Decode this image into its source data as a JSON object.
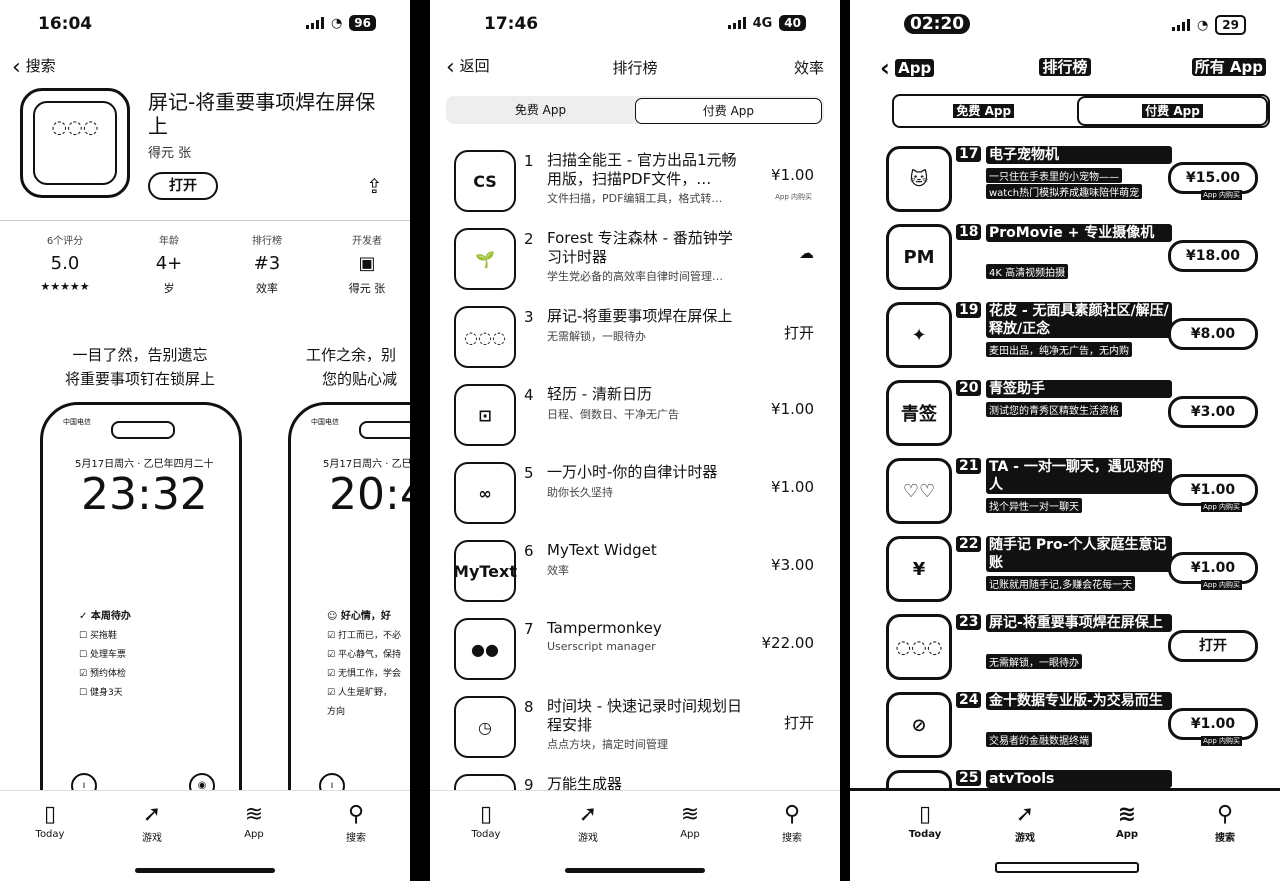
{
  "phone1": {
    "status": {
      "time": "16:04",
      "signal_icon": "signal-bars-icon",
      "battery": "96"
    },
    "back_label": "搜索",
    "app": {
      "name": "屏记-将重要事项焊在屏保上",
      "developer": "得元 张",
      "get_label": "打开"
    },
    "stats": [
      {
        "label": "6个评分",
        "value": "5.0",
        "sub": "★★★★★"
      },
      {
        "label": "年龄",
        "value": "4+",
        "sub": "岁"
      },
      {
        "label": "排行榜",
        "value": "#3",
        "sub": "效率"
      },
      {
        "label": "开发者",
        "value": "",
        "sub": "得元 张"
      }
    ],
    "screenshots": [
      {
        "caption1": "一目了然，告别遗忘",
        "caption2": "将重要事项钉在锁屏上",
        "carrier": "中国电信",
        "date": "5月17日周六 · 乙巳年四月二十",
        "clock": "23:32",
        "todo_title": "本周待办",
        "todos": [
          "买拖鞋",
          "处理车票",
          "预约体检",
          "健身3天"
        ]
      },
      {
        "caption1": "工作之余，别",
        "caption2": "您的贴心减",
        "carrier": "中国电信",
        "date": "5月17日周六 · 乙巳",
        "clock": "20:4",
        "todo_title": "好心情，好",
        "todos": [
          "打工而已，不必",
          "平心静气，保持",
          "无惧工作，学会",
          "人生是旷野，",
          "方向"
        ]
      }
    ],
    "tabs": [
      "Today",
      "游戏",
      "App",
      "搜索"
    ]
  },
  "phone2": {
    "status": {
      "time": "17:46",
      "network": "4G",
      "battery": "40"
    },
    "back_label": "返回",
    "title": "排行榜",
    "right_label": "效率",
    "segments": [
      "免费 App",
      "付费 App"
    ],
    "rows": [
      {
        "rank": "1",
        "name": "扫描全能王 - 官方出品1元畅用版，扫描PDF文件，…",
        "desc": "文件扫描，PDF编辑工具，格式转…",
        "price": "¥1.00",
        "iap": "App 内购买",
        "icon": "CS"
      },
      {
        "rank": "2",
        "name": "Forest 专注森林 - 番茄钟学习计时器",
        "desc": "学生党必备的高效率自律时间管理…",
        "price": "",
        "iap": "",
        "icon": "🌱"
      },
      {
        "rank": "3",
        "name": "屏记-将重要事项焊在屏保上",
        "desc": "无需解锁，一眼待办",
        "price": "打开",
        "iap": "",
        "icon": "◌◌◌"
      },
      {
        "rank": "4",
        "name": "轻历 - 清新日历",
        "desc": "日程、倒数日、干净无广告",
        "price": "¥1.00",
        "iap": "",
        "icon": "⊡"
      },
      {
        "rank": "5",
        "name": "一万小时-你的自律计时器",
        "desc": "助你长久坚持",
        "price": "¥1.00",
        "iap": "",
        "icon": "∞"
      },
      {
        "rank": "6",
        "name": "MyText Widget",
        "desc": "效率",
        "price": "¥3.00",
        "iap": "",
        "icon": "MyText"
      },
      {
        "rank": "7",
        "name": "Tampermonkey",
        "desc": "Userscript manager",
        "price": "¥22.00",
        "iap": "",
        "icon": "●●"
      },
      {
        "rank": "8",
        "name": "时间块 - 快速记录时间规划日程安排",
        "desc": "点点方块，搞定时间管理",
        "price": "打开",
        "iap": "",
        "icon": "◷"
      },
      {
        "rank": "9",
        "name": "万能生成器",
        "desc": "",
        "price": "",
        "iap": "",
        "icon": "◠"
      }
    ],
    "tabs": [
      "Today",
      "游戏",
      "App",
      "搜索"
    ]
  },
  "phone3": {
    "status": {
      "time": "02:20",
      "battery": "29"
    },
    "back_label": "App",
    "title": "排行榜",
    "right_label": "所有 App",
    "segments": [
      "免费 App",
      "付费 App"
    ],
    "rows": [
      {
        "rank": "17",
        "name": "电子宠物机",
        "desc": "一只住在手表里的小宠物——",
        "desc2": "watch热门模拟养成趣味陪伴萌宠",
        "price": "¥15.00",
        "iap": "App 内购买",
        "icon": "🐱"
      },
      {
        "rank": "18",
        "name": "ProMovie + 专业摄像机",
        "desc": "4K 高清视频拍摄",
        "desc2": "",
        "price": "¥18.00",
        "iap": "",
        "icon": "PM"
      },
      {
        "rank": "19",
        "name": "花皮 - 无面具素颜社区/解压/释放/正念",
        "desc": "麦田出品，纯净无广告，无内购",
        "desc2": "",
        "price": "¥8.00",
        "iap": "",
        "icon": "✦"
      },
      {
        "rank": "20",
        "name": "青签助手",
        "desc": "测试您的青秀区精致生活资格",
        "desc2": "",
        "price": "¥3.00",
        "iap": "",
        "icon": "青签"
      },
      {
        "rank": "21",
        "name": "TA - 一对一聊天，遇见对的人",
        "desc": "找个异性一对一聊天",
        "desc2": "",
        "price": "¥1.00",
        "iap": "App 内购买",
        "icon": "♡♡"
      },
      {
        "rank": "22",
        "name": "随手记 Pro-个人家庭生意记账",
        "desc": "记账就用随手记,多赚会花每一天",
        "desc2": "",
        "price": "¥1.00",
        "iap": "App 内购买",
        "icon": "¥"
      },
      {
        "rank": "23",
        "name": "屏记-将重要事项焊在屏保上",
        "desc": "无需解锁，一眼待办",
        "desc2": "",
        "price": "打开",
        "iap": "",
        "icon": "◌◌◌"
      },
      {
        "rank": "24",
        "name": "金十数据专业版-为交易而生",
        "desc": "交易者的金融数据终端",
        "desc2": "",
        "price": "¥1.00",
        "iap": "App 内购买",
        "icon": "⊘"
      },
      {
        "rank": "25",
        "name": "atvTools",
        "desc": "",
        "desc2": "",
        "price": "",
        "iap": "",
        "icon": "▭"
      }
    ],
    "tabs": [
      "Today",
      "游戏",
      "App",
      "搜索"
    ]
  }
}
